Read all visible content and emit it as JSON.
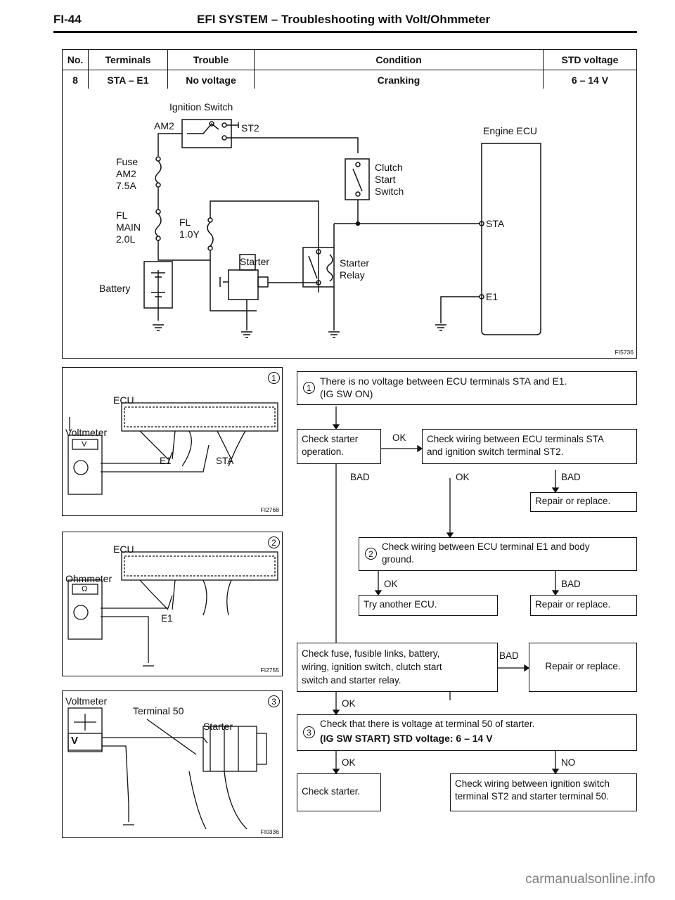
{
  "header": {
    "page_number": "FI-44",
    "title": "EFI SYSTEM – Troubleshooting with Volt/Ohmmeter"
  },
  "spec_table": {
    "headers": [
      "No.",
      "Terminals",
      "Trouble",
      "Condition",
      "STD voltage"
    ],
    "row": [
      "8",
      "STA – E1",
      "No voltage",
      "Cranking",
      "6 – 14 V"
    ]
  },
  "circuit": {
    "ignition_switch": "Ignition Switch",
    "am2": "AM2",
    "st2": "ST2",
    "fuse_am2": "Fuse\nAM2\n7.5A",
    "fl_main": "FL\nMAIN\n2.0L",
    "fl_1": "FL\n1.0Y",
    "battery": "Battery",
    "clutch": "Clutch\nStart\nSwitch",
    "starter": "Starter",
    "starter_relay": "Starter\nRelay",
    "engine_ecu": "Engine ECU",
    "sta": "STA",
    "e1": "E1",
    "fig_id": "FI5736"
  },
  "fig1": {
    "num": "1",
    "ecu": "ECU",
    "meter": "Voltmeter",
    "meter_symbol": "V",
    "e1": "E1",
    "sta": "STA",
    "fig_id": "FI2768"
  },
  "fig2": {
    "num": "2",
    "ecu": "ECU",
    "meter": "Ohmmeter",
    "meter_symbol": "Ω",
    "e1": "E1",
    "fig_id": "FI2755"
  },
  "fig3": {
    "num": "3",
    "meter": "Voltmeter",
    "meter_symbol": "V",
    "terminal": "Terminal 50",
    "starter": "Starter",
    "fig_id": "FI0336"
  },
  "flow": {
    "step1_text": "There is no voltage between ECU terminals STA and E1.\n(IG SW ON)",
    "check_starter_op": "Check starter\noperation.",
    "ok1": "OK",
    "check_wiring_sta": "Check wiring between ECU terminals STA\nand ignition switch terminal ST2.",
    "bad1": "BAD",
    "ok2": "OK",
    "bad2": "BAD",
    "repair1": "Repair or replace.",
    "step2_text": "Check wiring between ECU terminal E1 and body\nground.",
    "ok3": "OK",
    "bad3": "BAD",
    "try_ecu": "Try another ECU.",
    "repair2": "Repair or replace.",
    "check_fuse": "Check fuse, fusible links, battery,\nwiring, ignition switch, clutch start\nswitch and starter relay.",
    "bad4": "BAD",
    "repair3": "Repair or replace.",
    "ok4": "OK",
    "step3_line1": "Check that there is voltage at terminal 50 of starter.",
    "step3_line2": "(IG SW START) STD voltage:  6 – 14 V",
    "ok5": "OK",
    "no": "NO",
    "check_starter": "Check starter.",
    "check_wiring_st2": "Check wiring between ignition switch\nterminal ST2 and starter terminal 50."
  },
  "watermark": "carmanualsonline.info"
}
